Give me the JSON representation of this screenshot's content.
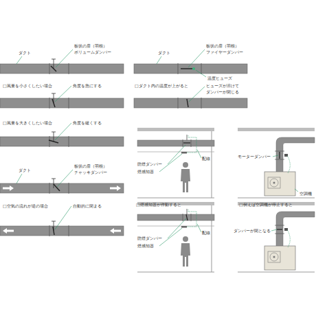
{
  "diagram": {
    "labels": [
      "ダクト",
      "板状の扉（羽根）",
      "ボリュームダンパー",
      "□風量を小さくしたい場合",
      "角度を急にする",
      "□風量を大きくしたい場合",
      "角度を緩くする",
      "ダクト",
      "板状の扉（羽根）",
      "チャッキダンパー",
      "□空気の流れが逆の場合",
      "自動的に閉まる",
      "ダクト",
      "板状の扉（羽根）",
      "ファイヤーダンパー",
      "温度ヒューズ",
      "□ダクト内の温度が上がると",
      "ヒューズが溶けて",
      "ダンパーが閉じる",
      "防煙ダンパー",
      "煙感知器",
      "配線",
      "□煙感知器が作動すると",
      "防煙ダンパー",
      "煙感知器",
      "配線",
      "モーターダンパー",
      "空調機",
      "□例えば空調機が停止すると",
      "ダンパーが閉となる"
    ]
  }
}
